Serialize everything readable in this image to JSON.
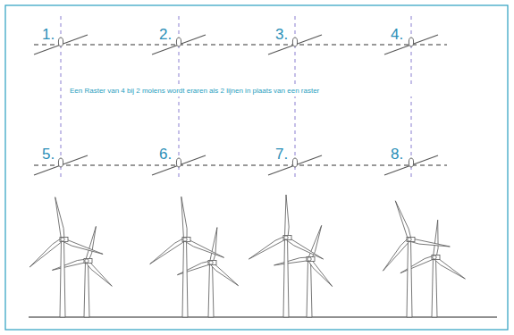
{
  "diagram": {
    "labels": [
      "1.",
      "2.",
      "3.",
      "4.",
      "5.",
      "6.",
      "7.",
      "8.",
      "Een Raster van 4 bij 2 molens wordt eraren als 2 lijnen in plaats van een raster"
    ]
  }
}
